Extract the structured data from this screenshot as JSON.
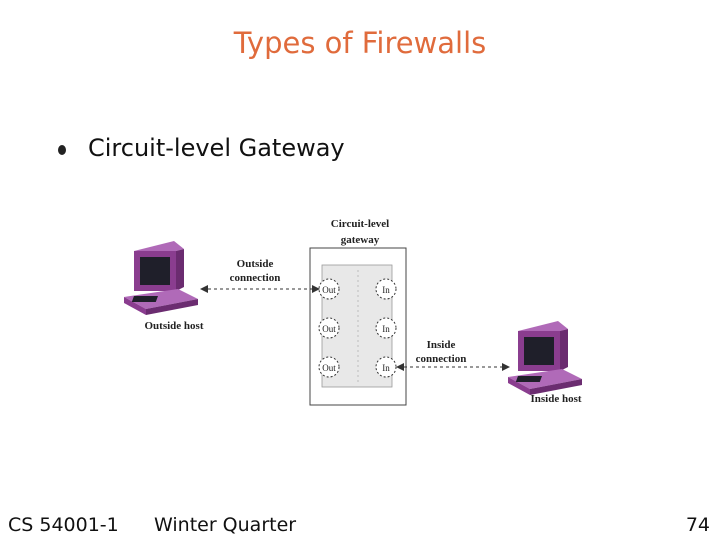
{
  "slide": {
    "title": "Types of Firewalls",
    "bullet": "Circuit-level Gateway"
  },
  "diagram": {
    "gateway_label_line1": "Circuit-level",
    "gateway_label_line2": "gateway",
    "outside_connection_line1": "Outside",
    "outside_connection_line2": "connection",
    "inside_connection_line1": "Inside",
    "inside_connection_line2": "connection",
    "outside_host": "Outside host",
    "inside_host": "Inside host",
    "port_out": "Out",
    "port_in": "In"
  },
  "footer": {
    "course": "CS 54001-1",
    "term": "Winter Quarter",
    "page": "74"
  },
  "colors": {
    "title": "#e06b3c",
    "computer": "#8a3d8f",
    "computer_light": "#b06ab8",
    "screen": "#1f1f2a"
  }
}
